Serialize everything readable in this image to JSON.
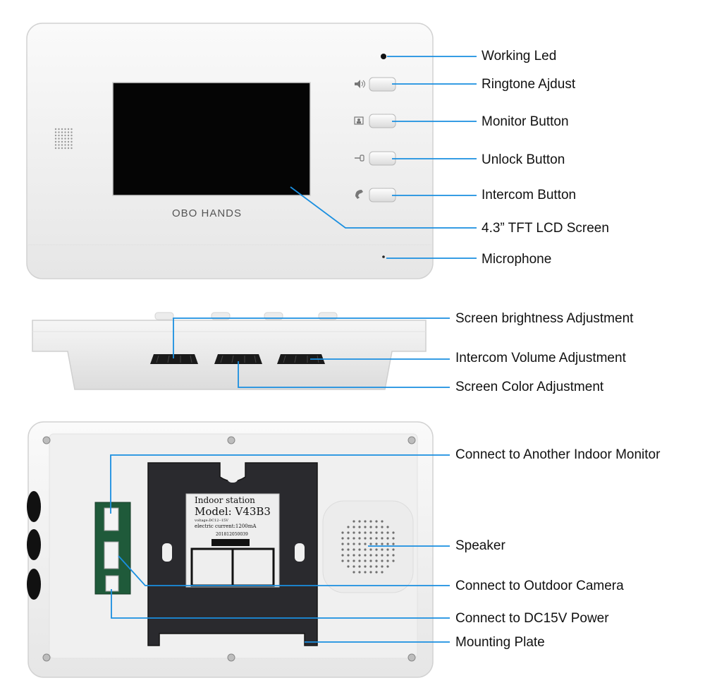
{
  "front": {
    "brand": "OBO  HANDS",
    "labels": {
      "working_led": "Working Led",
      "ringtone": "Ringtone Ajdust",
      "monitor": "Monitor Button",
      "unlock": "Unlock Button",
      "intercom": "Intercom Button",
      "screen": "4.3” TFT LCD Screen",
      "microphone": "Microphone"
    }
  },
  "side": {
    "labels": {
      "brightness": "Screen brightness Adjustment",
      "volume": "Intercom Volume Adjustment",
      "color": "Screen Color Adjustment"
    }
  },
  "back": {
    "sticker": {
      "title": "Indoor station",
      "model": "Model: V43B3",
      "voltage": "voltage:DC12--15V",
      "current": "electric current:1200mA",
      "serial": "201812050039"
    },
    "labels": {
      "another_monitor": "Connect to Another Indoor Monitor",
      "speaker": "Speaker",
      "camera": "Connect to Outdoor Camera",
      "power": "Connect to DC15V Power",
      "plate": "Mounting Plate"
    }
  },
  "colors": {
    "leader": "#1a8fe0",
    "shell": "#f3f3f3",
    "screen": "#050505",
    "plate": "#2a2a2e"
  }
}
